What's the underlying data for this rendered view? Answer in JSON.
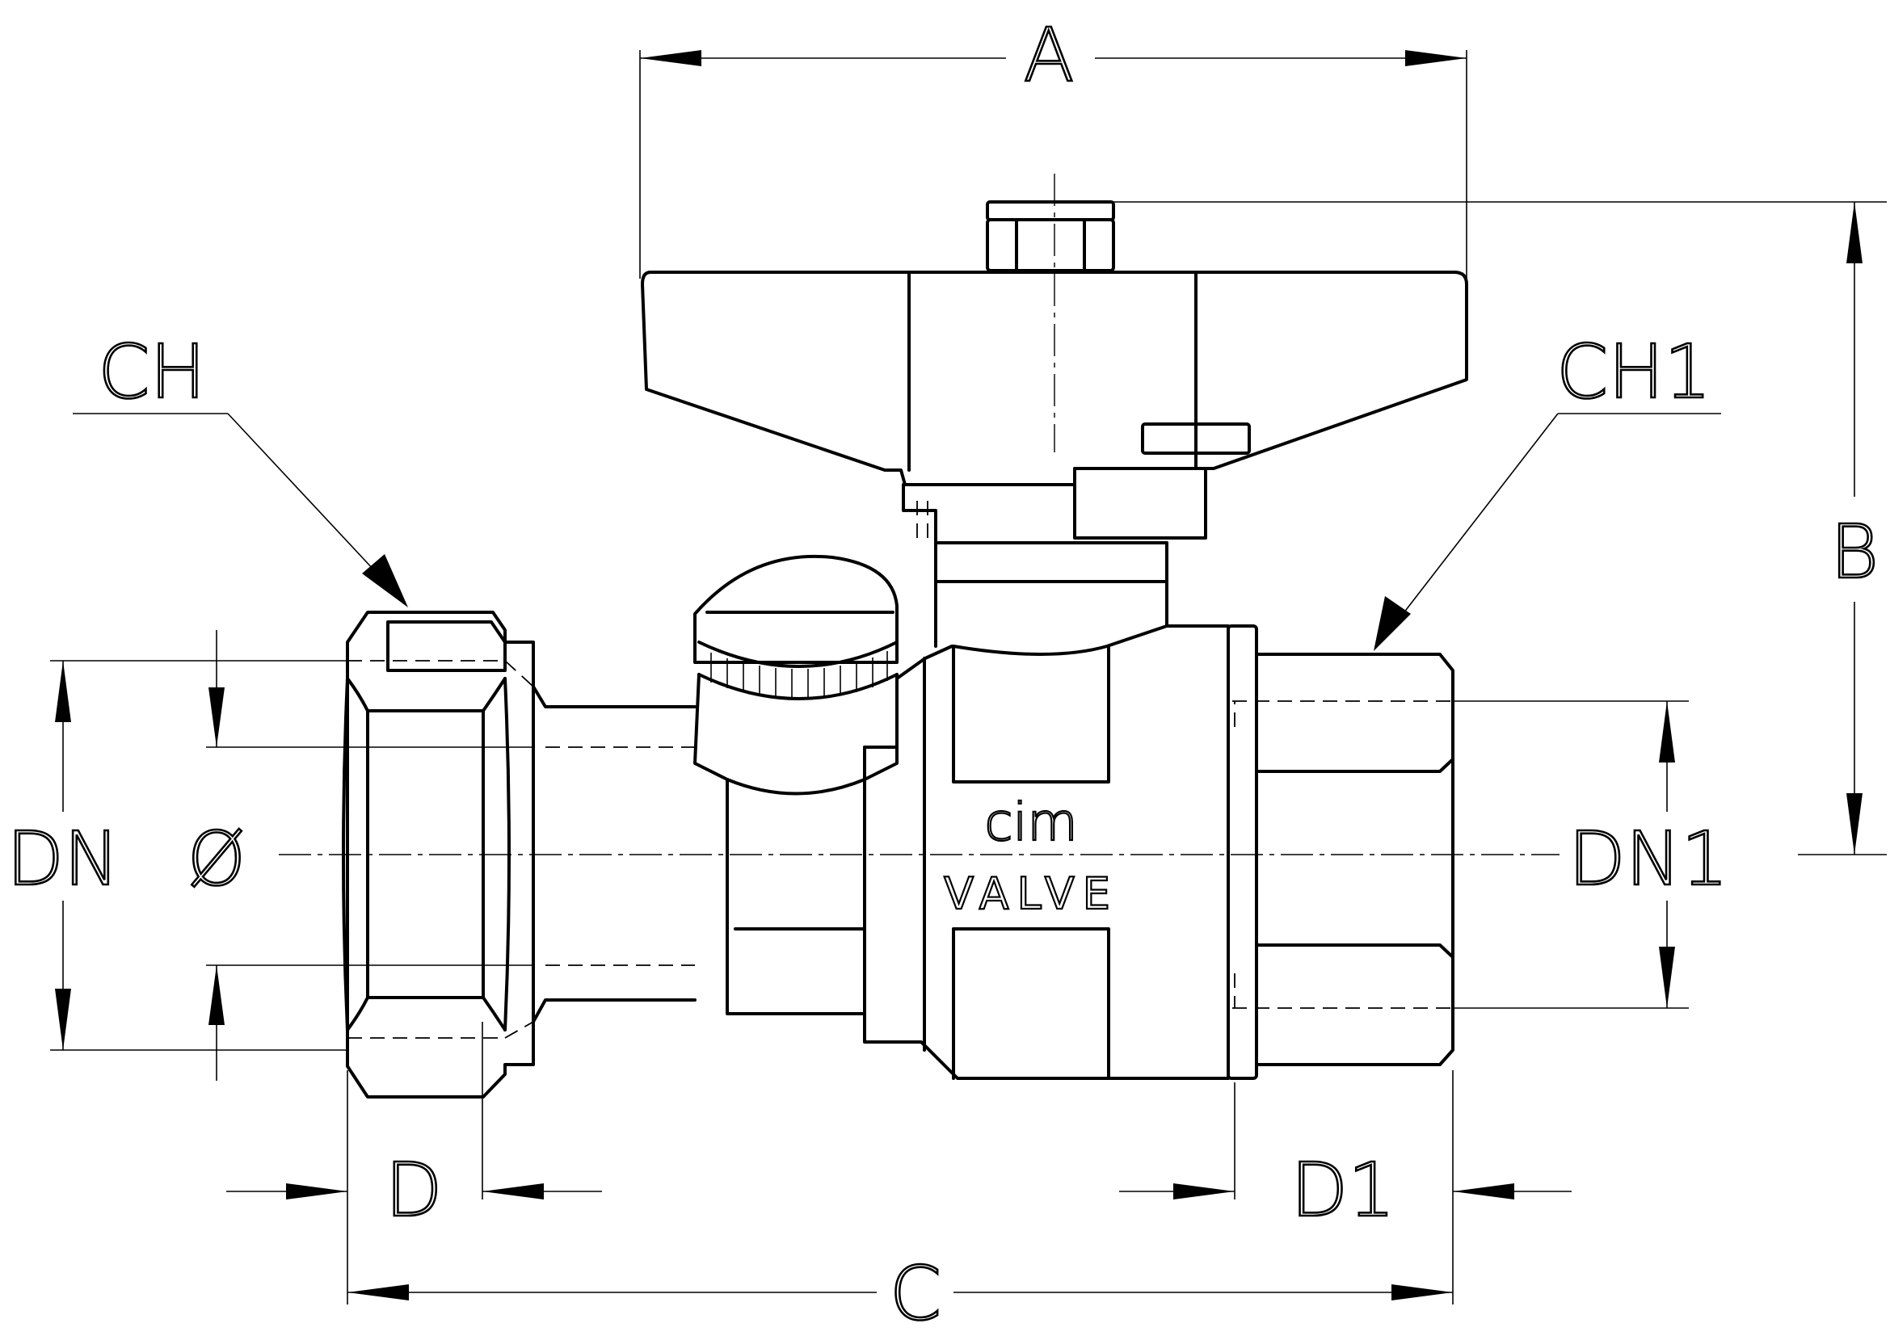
{
  "labels": {
    "A": "A",
    "B": "B",
    "C": "C",
    "CH": "CH",
    "CH1": "CH1",
    "DN": "DN",
    "DN1": "DN1",
    "phi": "Ø",
    "D": "D",
    "D1": "D1"
  },
  "brand": {
    "logo": "cim",
    "text": "VALVE"
  }
}
